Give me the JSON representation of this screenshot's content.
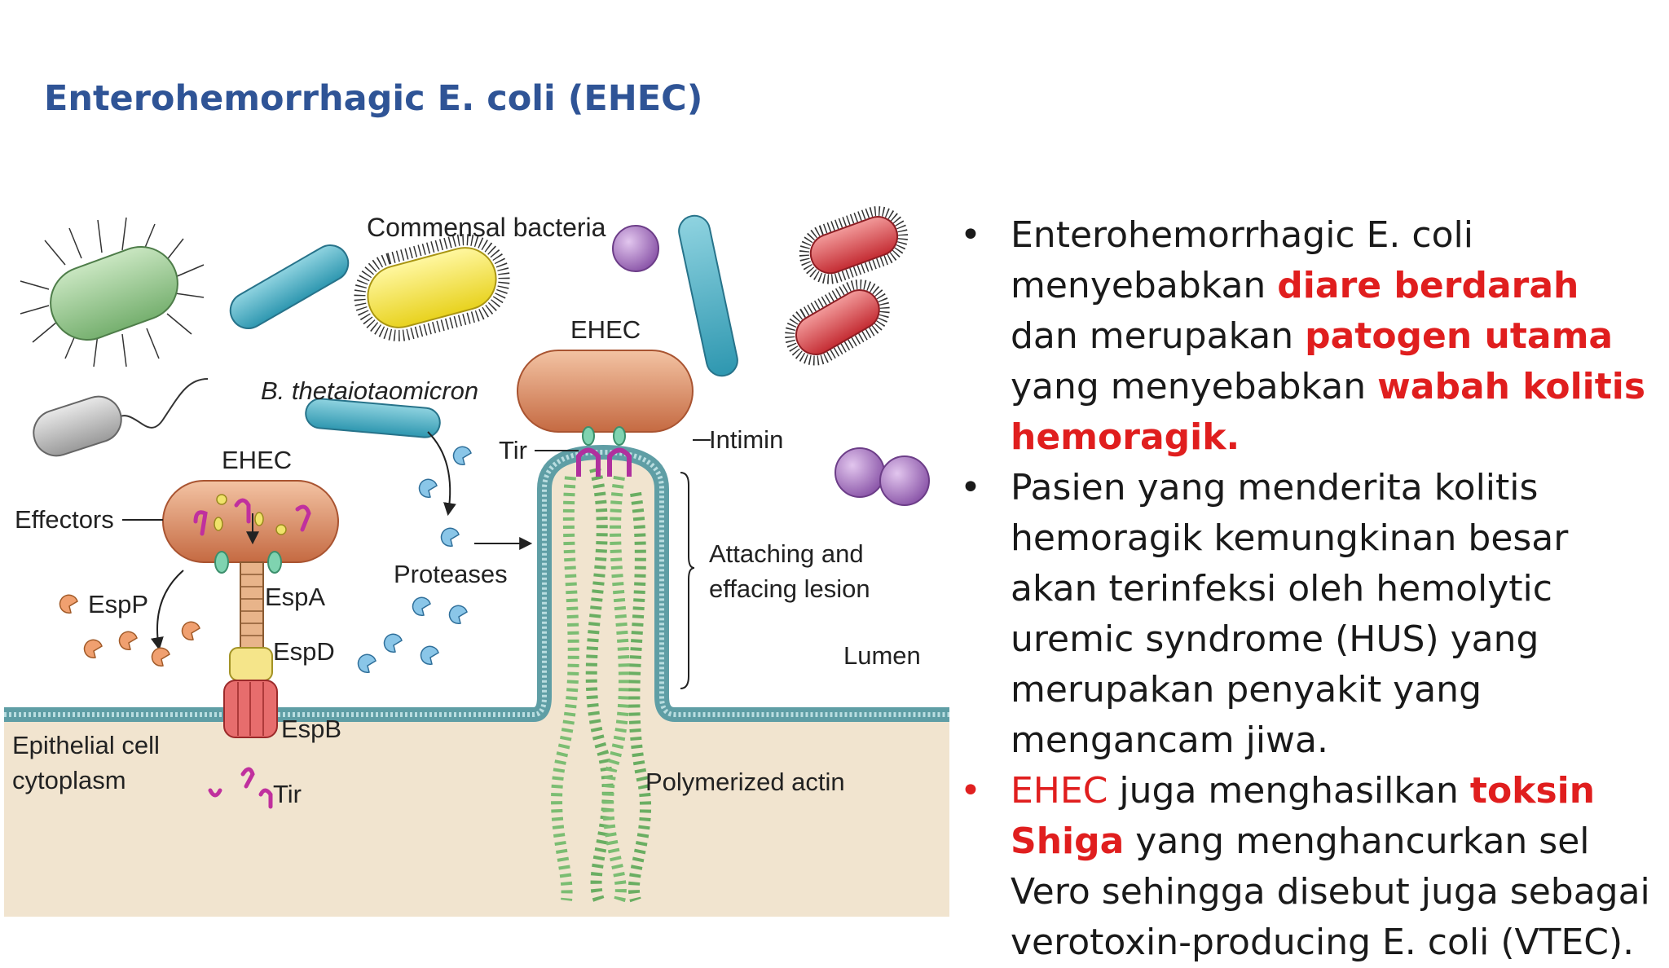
{
  "slide": {
    "title": "Enterohemorrhagic E. coli (EHEC)"
  },
  "figure": {
    "labels": {
      "commensal": "Commensal bacteria",
      "bthet": "B. thetaiotaomicron",
      "ehec_top": "EHEC",
      "ehec_left": "EHEC",
      "effectors": "Effectors",
      "tir_top": "Tir",
      "intimin": "Intimin",
      "proteases": "Proteases",
      "attaching_1": "Attaching and",
      "attaching_2": "effacing lesion",
      "espp": "EspP",
      "espa": "EspA",
      "espd": "EspD",
      "espb": "EspB",
      "lumen": "Lumen",
      "epithelial_1": "Epithelial cell",
      "epithelial_2": "cytoplasm",
      "tir_bottom": "Tir",
      "actin": "Polymerized actin"
    }
  },
  "bullets": [
    {
      "segments": [
        {
          "text": "Enterohemorrhagic E. coli menyebabkan ",
          "style": "normal"
        },
        {
          "text": "diare berdarah",
          "style": "highlight"
        },
        {
          "text": " dan merupakan ",
          "style": "normal"
        },
        {
          "text": "patogen utama",
          "style": "highlight"
        },
        {
          "text": " yang menyebabkan ",
          "style": "normal"
        },
        {
          "text": "wabah kolitis hemoragik.",
          "style": "highlight"
        }
      ]
    },
    {
      "segments": [
        {
          "text": "Pasien yang menderita kolitis hemoragik kemungkinan besar akan terinfeksi oleh hemolytic uremic syndrome (HUS) yang merupakan penyakit yang mengancam jiwa.",
          "style": "normal"
        }
      ]
    },
    {
      "segments": [
        {
          "text": "EHEC",
          "style": "red"
        },
        {
          "text": " juga menghasilkan ",
          "style": "normal"
        },
        {
          "text": "toksin Shiga",
          "style": "highlight"
        },
        {
          "text": " yang menghancurkan sel Vero sehingga disebut juga sebagai verotoxin-producing E. coli (VTEC).",
          "style": "normal"
        }
      ]
    }
  ],
  "colors": {
    "title": "#2f5496",
    "highlight": "#e01e1e",
    "ehec_body": "#d98a5e",
    "membrane": "#5f9ea5",
    "cytoplasm": "#f1e4cf",
    "actin": "#6fae6a",
    "tir": "#b0309e"
  }
}
